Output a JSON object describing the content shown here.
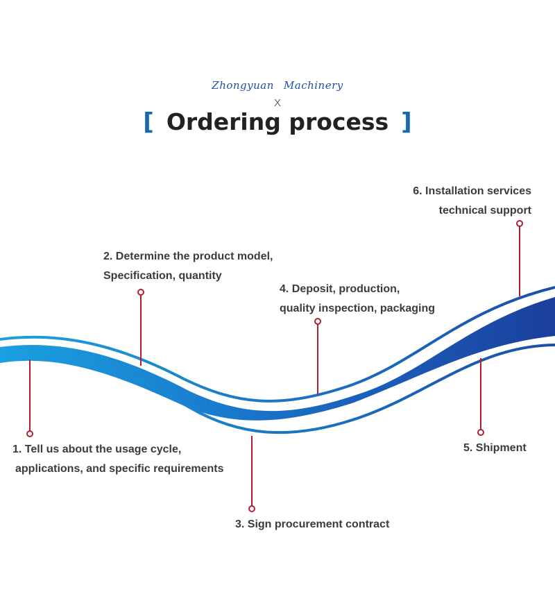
{
  "header": {
    "brand_word1": "Zhongyuan",
    "brand_word2": "Machinery",
    "divider": "X",
    "bracket_open": "[",
    "bracket_close": "]",
    "title": "Ordering process"
  },
  "steps": [
    {
      "lines": [
        "1. Tell us about the usage cycle,",
        "applications, and specific requirements"
      ]
    },
    {
      "lines": [
        "2. Determine the product model,",
        "Specification, quantity"
      ]
    },
    {
      "lines": [
        "3. Sign procurement contract"
      ]
    },
    {
      "lines": [
        "4. Deposit, production,",
        "quality inspection, packaging"
      ]
    },
    {
      "lines": [
        "5. Shipment"
      ]
    },
    {
      "lines": [
        "6. Installation services",
        "technical support"
      ]
    }
  ],
  "colors": {
    "brand": "#1d4fa8",
    "bracket": "#1668b3",
    "wave_light": "#1aa0e0",
    "wave_dark": "#1b3f9c",
    "connector": "#b01f2e",
    "text": "#3b3b3b"
  }
}
